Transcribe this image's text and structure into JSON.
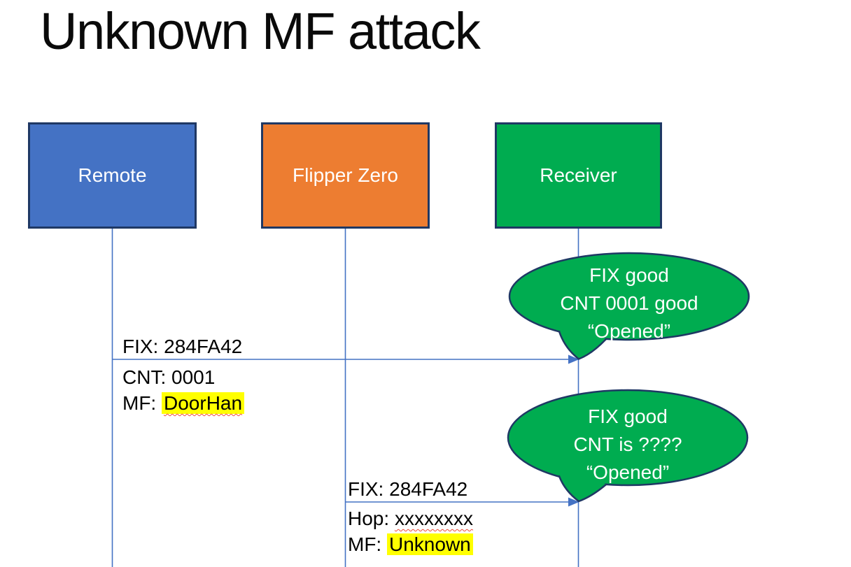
{
  "slide": {
    "title": "Unknown MF attack"
  },
  "actors": [
    {
      "name": "Remote",
      "fill": "#4472C4"
    },
    {
      "name": "Flipper Zero",
      "fill": "#ED7D31"
    },
    {
      "name": "Receiver",
      "fill": "#00AC50"
    }
  ],
  "messages": [
    {
      "from": "Remote",
      "to": "Receiver",
      "above": "FIX: 284FA42",
      "below": [
        {
          "text": "CNT: 0001",
          "emph": ""
        },
        {
          "text": "MF: ",
          "emph": "DoorHan"
        }
      ]
    },
    {
      "from": "Flipper Zero",
      "to": "Receiver",
      "above": "FIX: 284FA42",
      "below": [
        {
          "text": "Hop: ",
          "emph": "xxxxxxxx"
        },
        {
          "text": "MF: ",
          "emph": "Unknown"
        }
      ]
    }
  ],
  "callouts": [
    {
      "speaker": "Receiver",
      "lines": [
        "FIX good",
        "CNT 0001 good",
        "“Opened”"
      ]
    },
    {
      "speaker": "Receiver",
      "lines": [
        "FIX good",
        "CNT is ????",
        "“Opened”"
      ]
    }
  ],
  "colors": {
    "actor_border": "#1F3864",
    "actor_text": "#FFFFFF",
    "lifeline": "#4472C4",
    "arrow": "#4472C4",
    "callout_fill": "#00AC50",
    "callout_border": "#1F3864",
    "callout_text": "#FFFFFF",
    "highlight": "#FFFF00",
    "squiggle": "#EE4B3A",
    "title_text": "#0A0A0A",
    "label_text": "#000000"
  }
}
